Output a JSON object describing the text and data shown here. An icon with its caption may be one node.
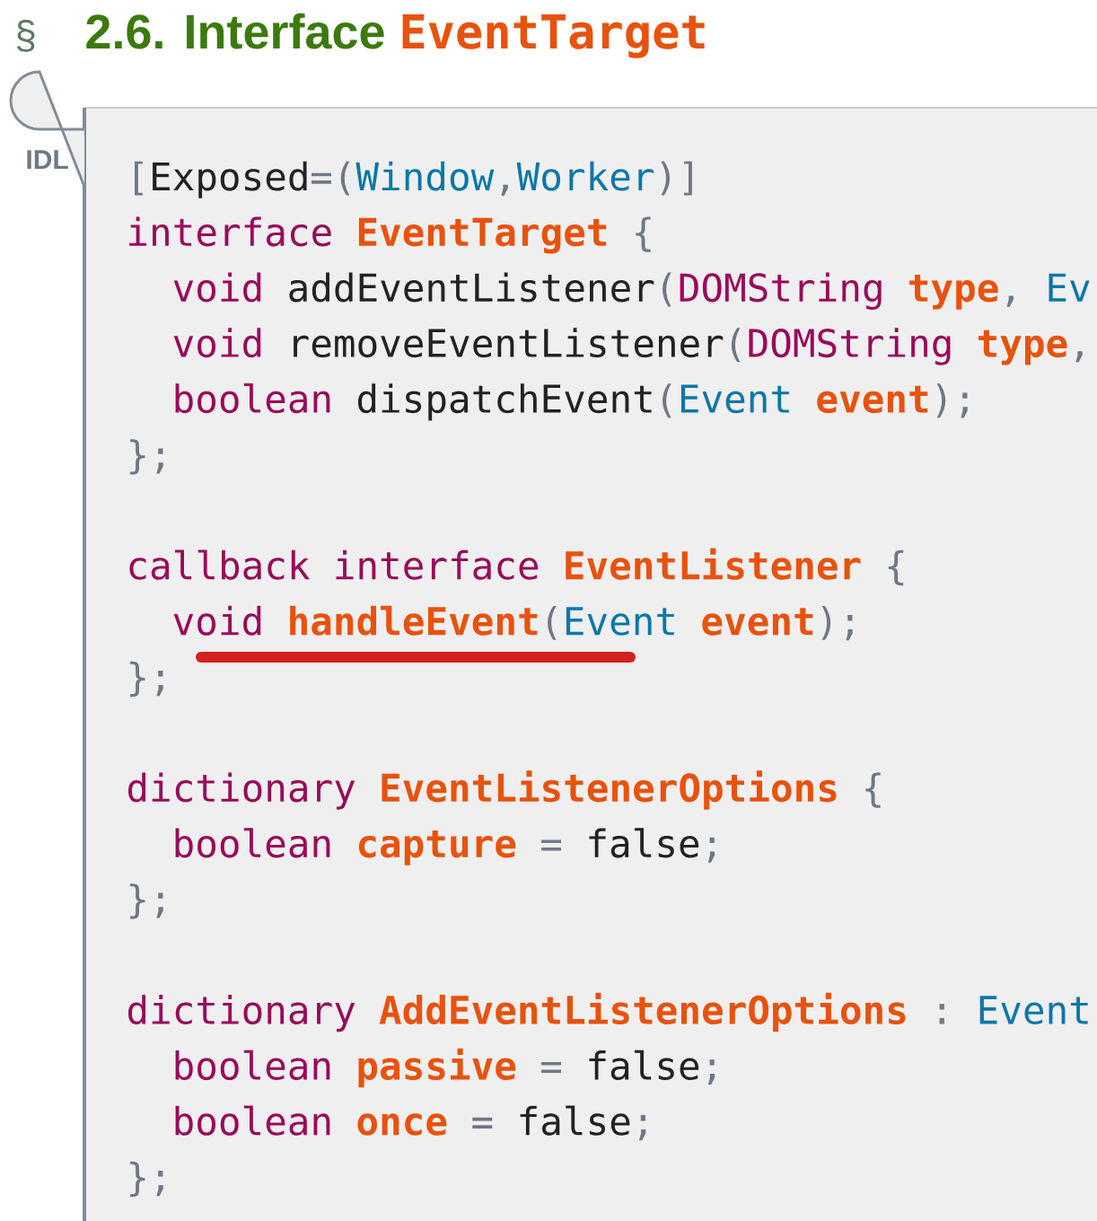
{
  "diagram": {
    "labels": [
      "§",
      "2.6. Interface",
      "EventTarget",
      "IDL",
      "[",
      "Exposed",
      "=(",
      "Window",
      ",",
      "Worker",
      ")]",
      "interface",
      "EventTarget",
      "{",
      "void",
      "addEventListener",
      "(",
      "DOMString",
      "type",
      ",",
      "Ev",
      "void",
      "removeEventListener",
      "(",
      "DOMString",
      "type",
      ",",
      "boolean",
      "dispatchEvent",
      "(",
      "Event",
      "event",
      ");",
      "};",
      "callback",
      "interface",
      "EventListener",
      "{",
      "void",
      "handleEvent",
      "(",
      "Event",
      "event",
      ");",
      "};",
      "dictionary",
      "EventListenerOptions",
      "{",
      "boolean",
      "capture",
      "=",
      "false",
      ";",
      "};",
      "dictionary",
      "AddEventListenerOptions",
      ":",
      "Event",
      "boolean",
      "passive",
      "=",
      "false",
      ";",
      "boolean",
      "once",
      "=",
      "false",
      ";",
      "};"
    ]
  }
}
